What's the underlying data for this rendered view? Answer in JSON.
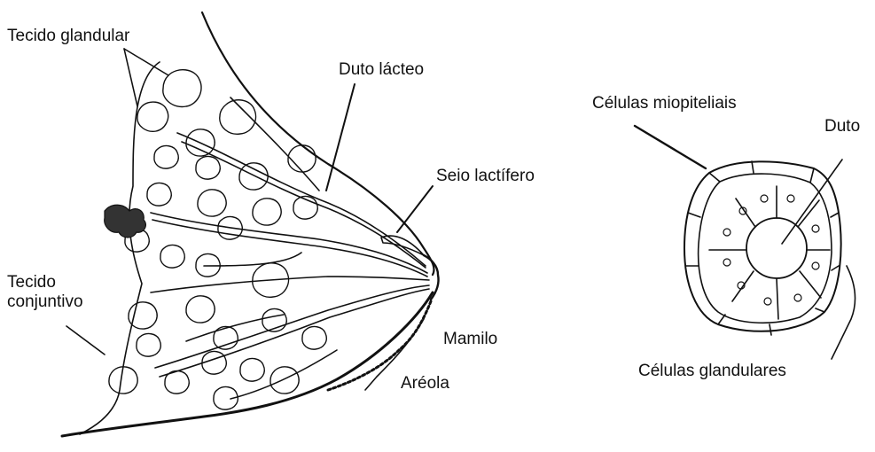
{
  "labels": {
    "tecido_glandular": "Tecido glandular",
    "duto_lacteo": "Duto lácteo",
    "seio_lactifero": "Seio lactífero",
    "tecido_conjuntivo": "Tecido\nconjuntivo",
    "mamilo": "Mamilo",
    "areola": "Aréola",
    "celulas_miopiteliais": "Células miopiteliais",
    "duto": "Duto",
    "celulas_glandulares": "Células glandulares"
  },
  "colors": {
    "ink": "#111111",
    "background": "#ffffff"
  }
}
